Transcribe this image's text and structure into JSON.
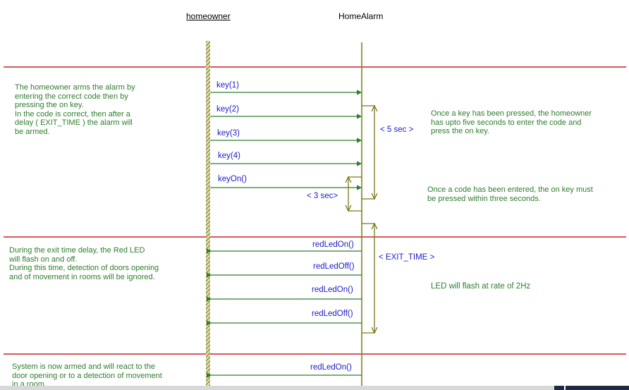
{
  "lifelines": {
    "homeowner": "homeowner",
    "homealarm": "HomeAlarm"
  },
  "notes": {
    "section1_left": "The homeowner arms the alarm by\nentering the correct code then by\npressing the on key.\nIn the code is correct, then after a\ndelay ( EXIT_TIME ) the alarm will\nbe armed.",
    "section1_right_top": "Once a key has been pressed, the homeowner\nhas upto five seconds to enter the code and\npress the on key.",
    "section1_right_bottom": "Once a code has been entered, the on key must\nbe pressed within three seconds.",
    "section2_left": "During the exit time delay, the Red LED\nwill flash on and off.\nDuring this time, detection of doors opening\nand of movement in rooms will be ignored.",
    "section2_right": "LED will flash at rate of 2Hz",
    "section3_left": "System is now armed and will react to the\ndoor opening or to a detection of movement\nin a room."
  },
  "messages": {
    "key1": "key(1)",
    "key2": "key(2)",
    "key3": "key(3)",
    "key4": "key(4)",
    "keyon": "keyOn()",
    "led1": "redLedOn()",
    "led2": "redLedOff()",
    "led3": "redLedOn()",
    "led4": "redLedOff()",
    "led5": "redLedOn()"
  },
  "durations": {
    "five_sec": "< 5 sec >",
    "three_sec": "< 3 sec>",
    "exit_time": "< EXIT_TIME >"
  },
  "colors": {
    "separator": "#cc2222",
    "lifeline": "#7a7a1a",
    "message_arrow": "#2f7d2f",
    "message_text": "#1c1cc8",
    "note_text": "#2f7d2f"
  }
}
